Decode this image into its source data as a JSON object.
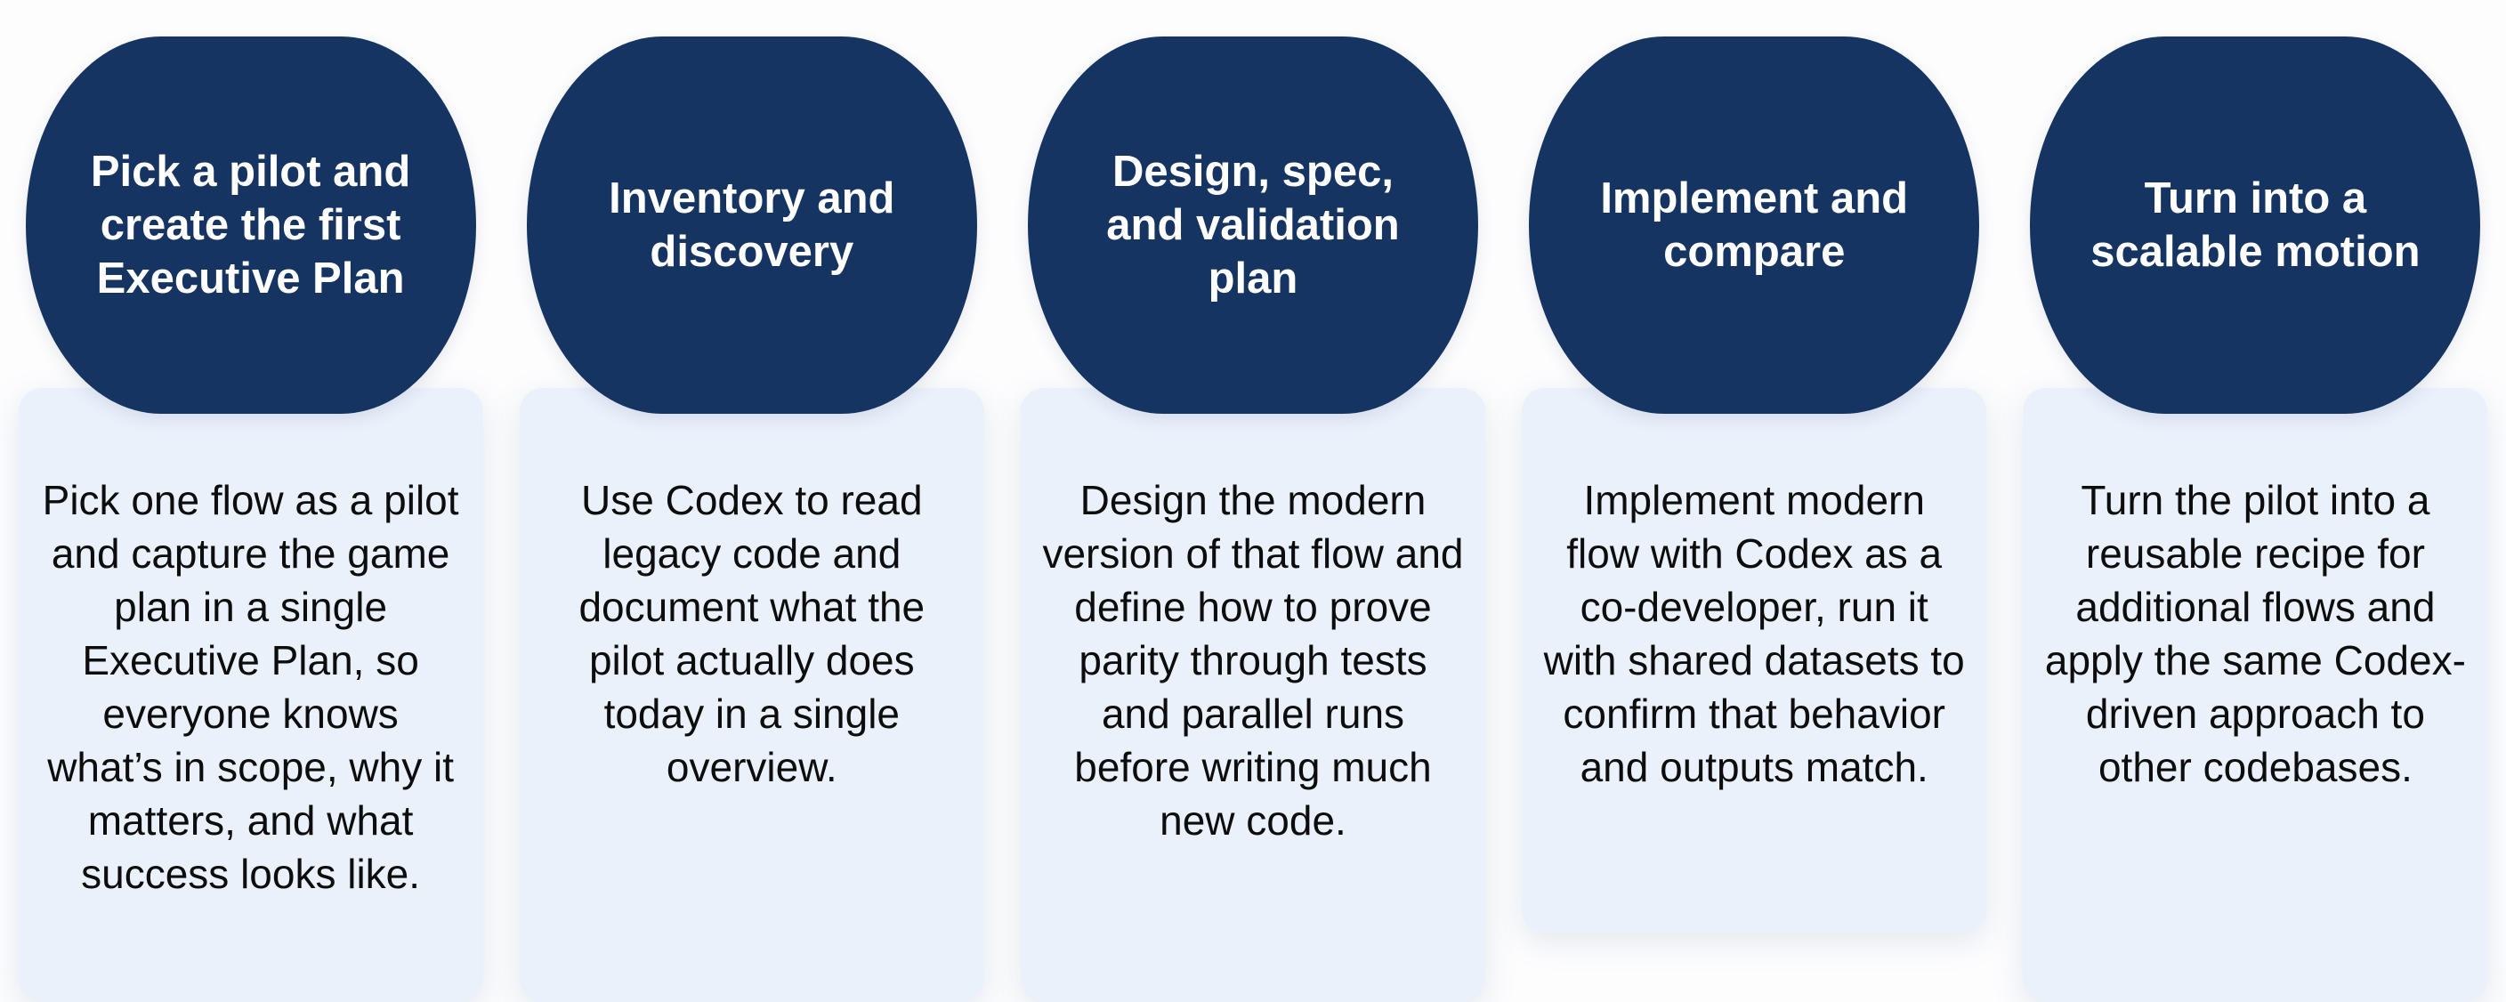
{
  "colors": {
    "page_background": "#fdfdfe",
    "bubble": "#163462",
    "card": "#eaf1fb",
    "heading_text": "#ffffff",
    "body_text": "#0d0d0d"
  },
  "steps": [
    {
      "title": "Pick a pilot and create the first Executive Plan",
      "description": "Pick one flow as a pilot and capture the game plan in a single Executive Plan, so everyone knows what’s in scope, why it matters, and what success looks like."
    },
    {
      "title": "Inventory and discovery",
      "description": "Use Codex to read legacy code and document what the pilot actually does today in a single overview."
    },
    {
      "title": "Design, spec, and validation plan",
      "description": "Design the modern version of that flow and define how to prove parity through tests and parallel runs before writing much new code."
    },
    {
      "title": "Implement and compare",
      "description": "Implement modern flow with Codex as a co-developer, run it with shared datasets to confirm that behavior and outputs match."
    },
    {
      "title": "Turn into a scalable motion",
      "description": "Turn the pilot into a reusable recipe for additional flows and apply the same Codex-driven approach to other codebases."
    }
  ]
}
